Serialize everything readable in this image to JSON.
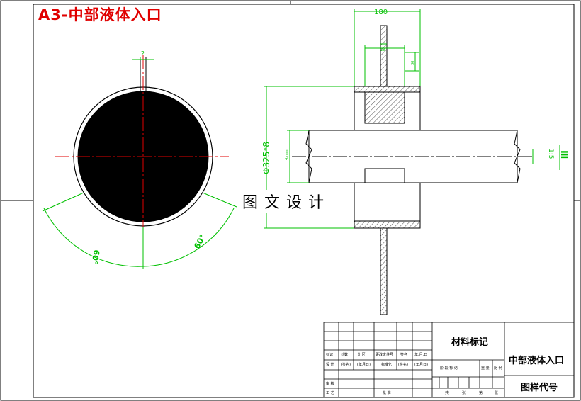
{
  "header": {
    "title": "A3-中部液体入口"
  },
  "watermark": "图文设计",
  "dimensions": {
    "width_top": "180",
    "small_top": "2",
    "diameter": "Φ325*8",
    "angle_left": "60°",
    "angle_right": "60°",
    "inner_a": "18",
    "inner_b": "30",
    "inner_c": "4.mm"
  },
  "view_label": {
    "roman": "Ⅲ",
    "scale": "1:5"
  },
  "title_block": {
    "material_mark": "材料标记",
    "drawing_name": "中部液体入口",
    "drawing_code": "图样代号",
    "header_row": [
      "标记",
      "处数",
      "分 区",
      "更改文件号",
      "签名",
      "年.月.日"
    ],
    "sign_row": [
      "设 计",
      "(签名)",
      "(年月日)",
      "标准化",
      "(签名)",
      "(年月日)"
    ],
    "stage_row": [
      "阶 段 标 记",
      "重 量",
      "比 例"
    ],
    "sheet_row": [
      "共",
      "张",
      "第",
      "张"
    ],
    "review": "审 核",
    "process": "工 艺",
    "approve": "批 准"
  },
  "colors": {
    "outline": "#000000",
    "dimension": "#00c000",
    "centerline": "#e00000",
    "title": "#e00000"
  }
}
